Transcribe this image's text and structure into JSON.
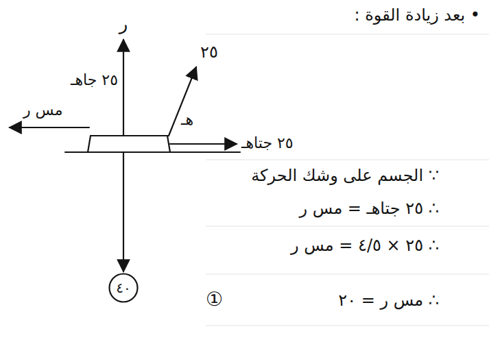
{
  "diagram": {
    "nodes": [
      {
        "text": [
          "٤٠"
        ]
      }
    ],
    "labels": [
      "• بعد زيادة القوة :",
      "ر",
      "٢٥",
      "٢٥ جاهـ",
      "هـ",
      "مس ر",
      "٢٥ جتاهـ",
      "∵ الجسم على وشك الحركة",
      "∴ ٢٥ جتاهـ = مس ر",
      "∴ ٢٥ × ٤/٥ = مس ر",
      "∴ مس ر = ٢٠",
      "①"
    ]
  }
}
